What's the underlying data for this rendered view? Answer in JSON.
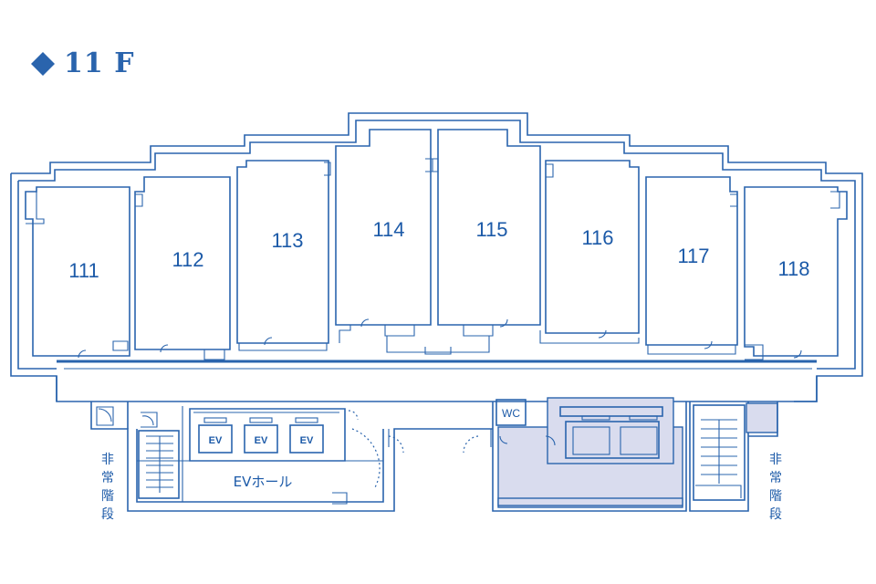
{
  "floor": {
    "title": "11 F",
    "accent_color": "#2a64ad",
    "icon": "diamond-icon"
  },
  "rooms": [
    "111",
    "112",
    "113",
    "114",
    "115",
    "116",
    "117",
    "118"
  ],
  "elevators": [
    "EV",
    "EV",
    "EV"
  ],
  "ev_hall": "EVホール",
  "wc": "WC",
  "stairs": {
    "left": [
      "非",
      "常",
      "階",
      "段"
    ],
    "right": [
      "非",
      "常",
      "階",
      "段"
    ]
  }
}
